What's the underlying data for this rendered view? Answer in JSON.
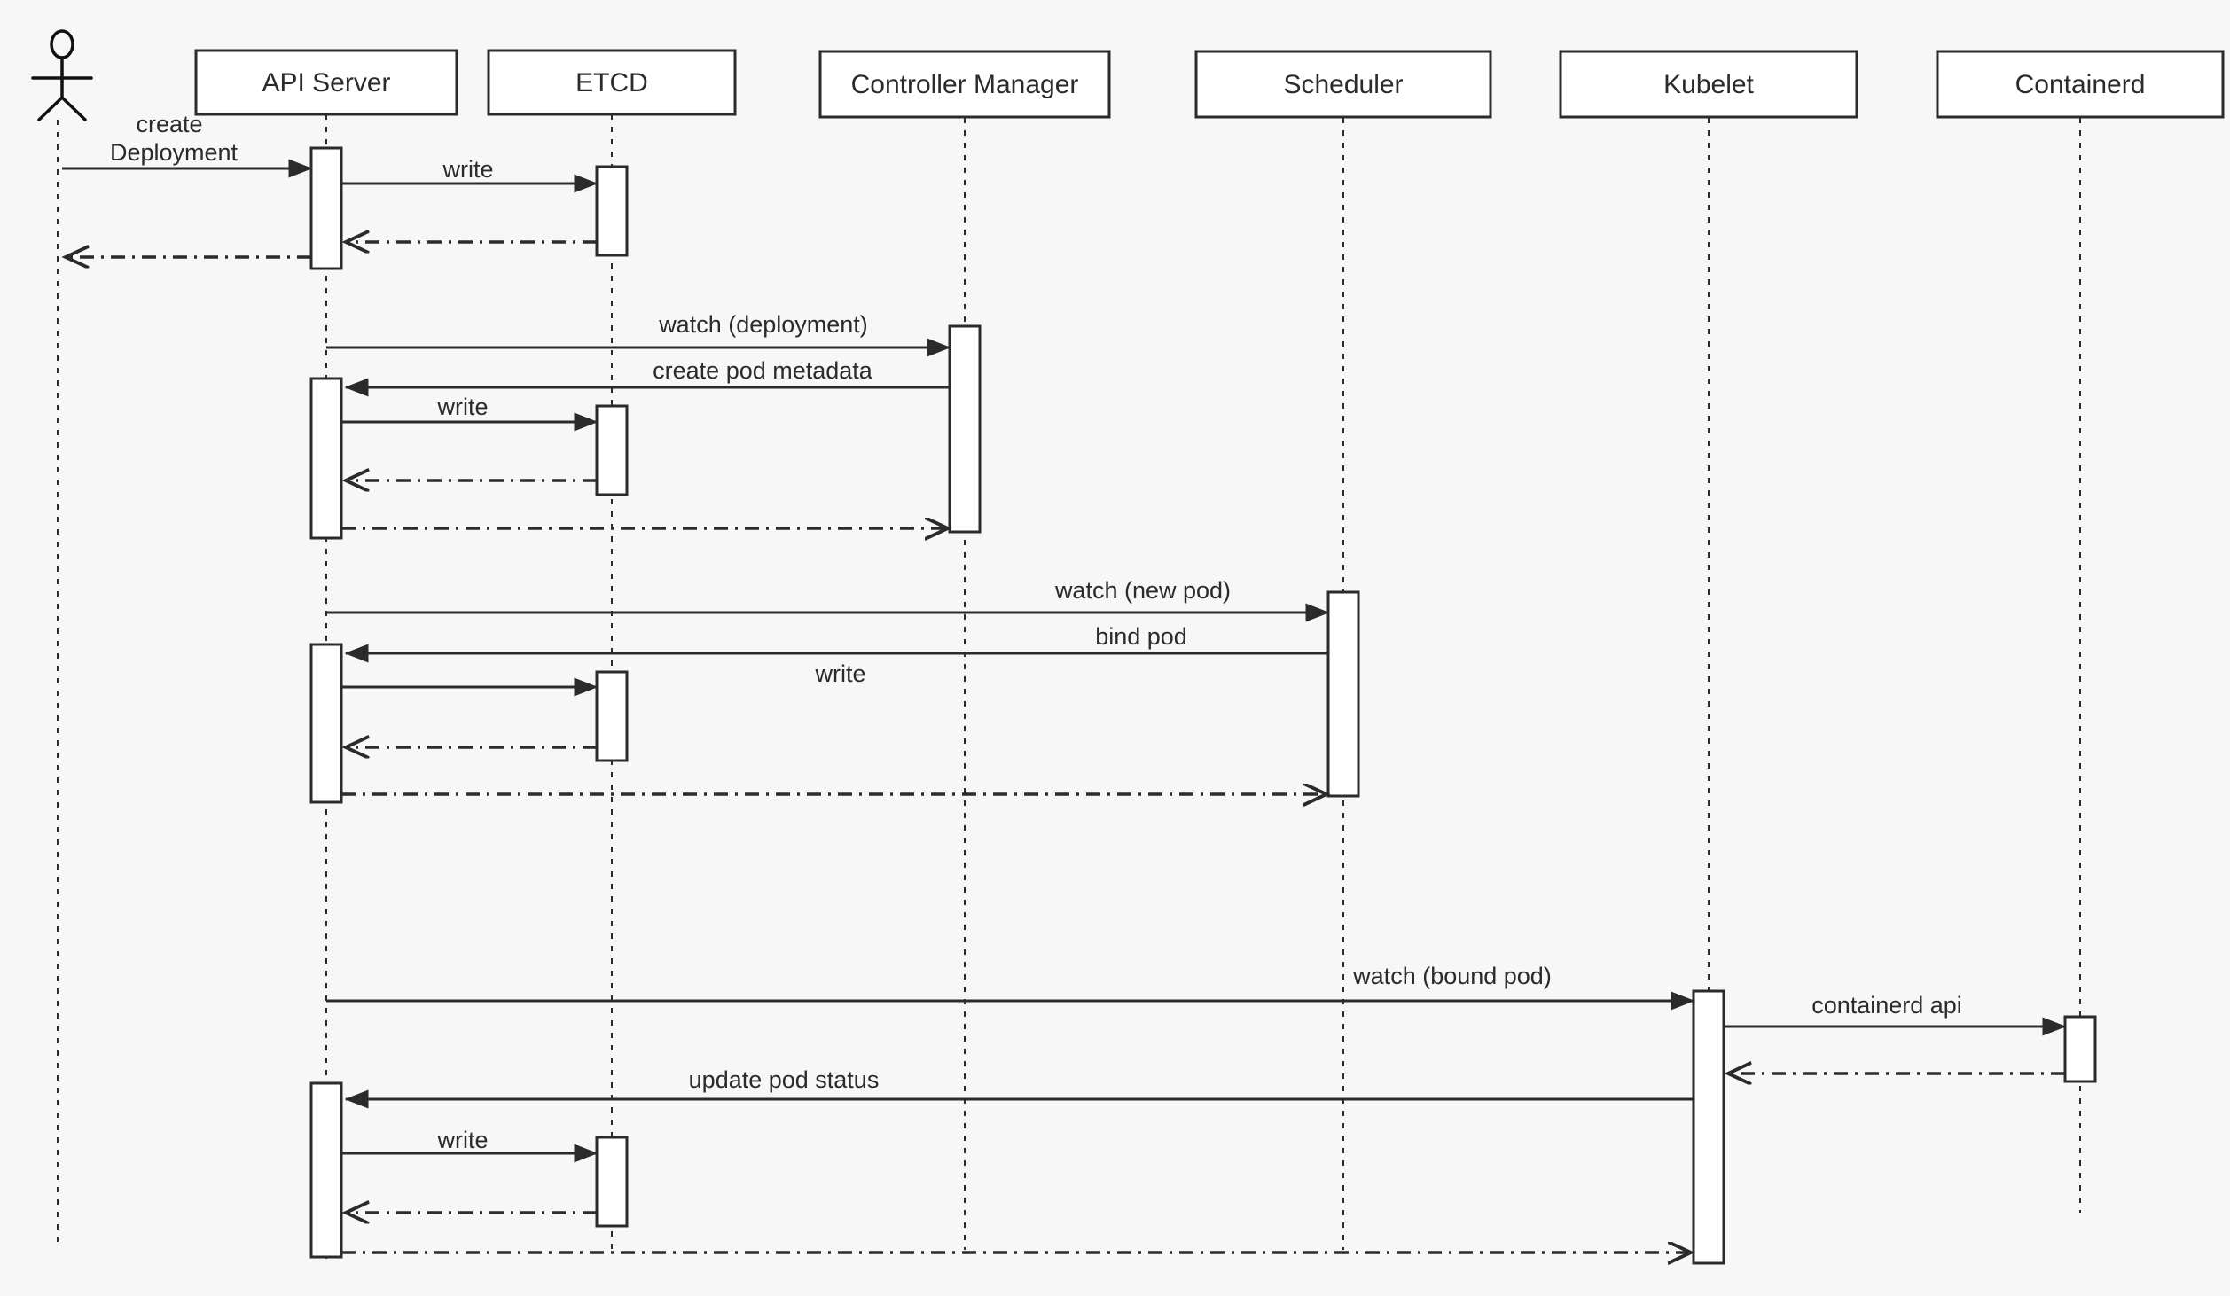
{
  "colors": {
    "background": "#f7f7f7",
    "stroke": "#2b2b2b",
    "box_fill": "#ffffff",
    "text": "#2b2b2b"
  },
  "actors": {
    "user": {
      "icon": "stick-figure-actor-icon"
    },
    "api_server": {
      "label": "API Server"
    },
    "etcd": {
      "label": "ETCD"
    },
    "controller_manager": {
      "label": "Controller Manager"
    },
    "scheduler": {
      "label": "Scheduler"
    },
    "kubelet": {
      "label": "Kubelet"
    },
    "containerd": {
      "label": "Containerd"
    }
  },
  "messages": {
    "create_deployment": {
      "line1": "create",
      "line2": "Deployment"
    },
    "write_1": {
      "label": "write"
    },
    "watch_deployment": {
      "label": "watch (deployment)"
    },
    "create_pod_metadata": {
      "label": "create pod metadata"
    },
    "write_2": {
      "label": "write"
    },
    "watch_new_pod": {
      "label": "watch (new pod)"
    },
    "bind_pod": {
      "label": "bind pod"
    },
    "write_3": {
      "label": "write"
    },
    "watch_bound_pod": {
      "label": "watch (bound pod)"
    },
    "containerd_api": {
      "label": "containerd api"
    },
    "update_pod_status": {
      "label": "update pod status"
    },
    "write_4": {
      "label": "write"
    }
  }
}
